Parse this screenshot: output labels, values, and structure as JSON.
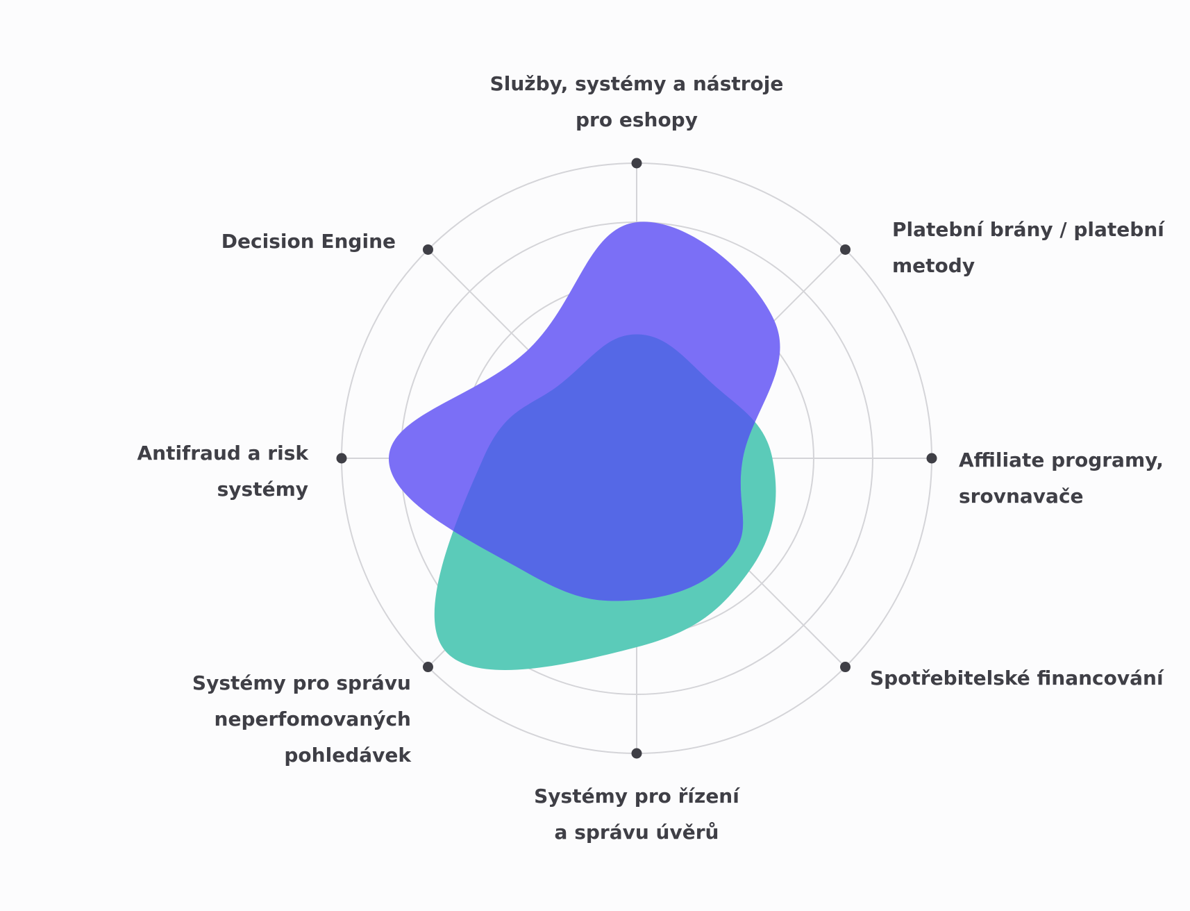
{
  "chart_data": {
    "type": "radar",
    "title": "",
    "categories": [
      "Služby, systémy a nástroje pro eshopy",
      "Platební brány / platební metody",
      "Affiliate programy, srovnavače",
      "Spotřebitelské financování",
      "Systémy pro řízení a správu úvěrů",
      "Systémy pro správu neperfomovaných pohledávek",
      "Antifraud a risk systémy",
      "Decision Engine"
    ],
    "labels": [
      [
        "Služby, systémy a nástroje",
        "pro eshopy"
      ],
      [
        "Platební brány / platební",
        "metody"
      ],
      [
        "Affiliate programy,",
        "srovnavače"
      ],
      [
        "Spotřebitelské financování"
      ],
      [
        "Systémy pro řízení",
        "a správu úvěrů"
      ],
      [
        "Systémy pro správu",
        "neperfomovaných",
        "pohledávek"
      ],
      [
        "Antifraud a risk",
        "systémy"
      ],
      [
        "Decision Engine"
      ]
    ],
    "rlim": [
      0,
      5
    ],
    "grid_rings": 5,
    "series": [
      {
        "color": "#5bcbb9",
        "values": [
          2.1,
          1.8,
          2.3,
          2.7,
          3.2,
          4.6,
          2.6,
          1.8
        ]
      },
      {
        "color": "#7b6ff6",
        "values": [
          4.0,
          3.3,
          1.8,
          2.3,
          2.4,
          2.7,
          4.2,
          2.6
        ]
      }
    ],
    "grid": true,
    "legend": "none"
  },
  "colors": {
    "grid": "#d4d4d8",
    "axis_dot": "#3f3f46",
    "overlap": "#5568e6"
  }
}
